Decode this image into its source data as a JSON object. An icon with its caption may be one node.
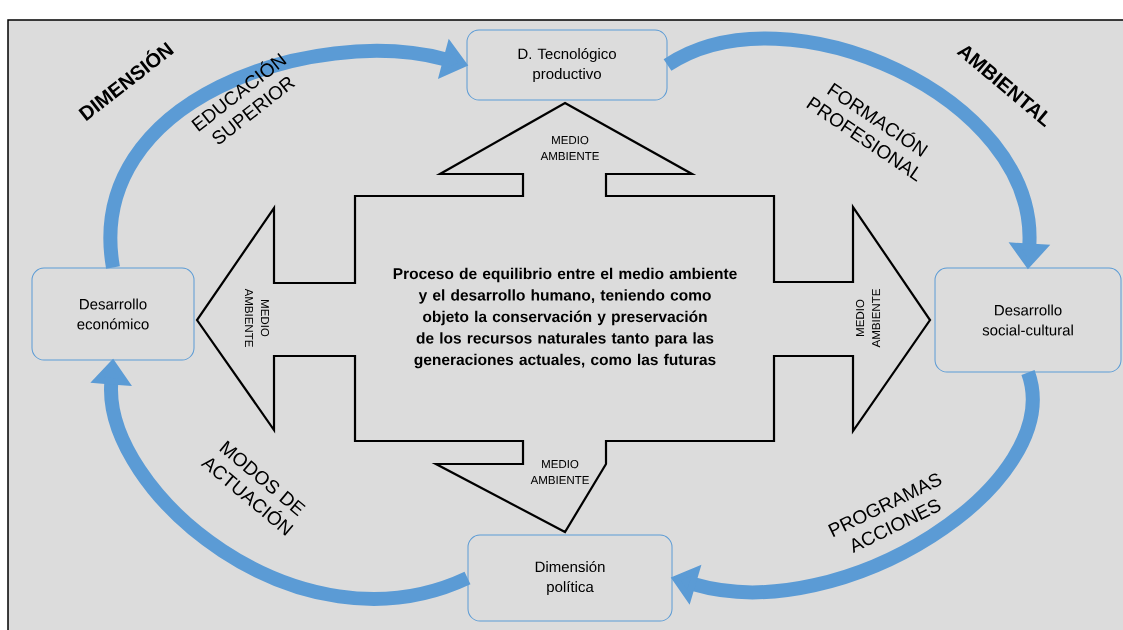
{
  "diagram": {
    "nodes": [
      {
        "text": [
          "D. Tecnológico productivo"
        ]
      },
      {
        "text": [
          "Desarrollo social-cultural"
        ]
      },
      {
        "text": [
          "Dimensión política"
        ]
      },
      {
        "text": [
          "Desarrollo económico"
        ]
      },
      {
        "text": [
          "MEDIO AMBIENTE",
          "MEDIO AMBIENTE",
          "Proceso de equilibrio entre el medio ambiente y el desarrollo humano, teniendo como objeto la conservación y preservación de los recursos naturales tanto para las generaciones actuales, como las futuras",
          "MEDIO AMBIENTE",
          "MEDIO AMBIENTE"
        ]
      }
    ],
    "edges": [
      {
        "from": 3,
        "to": 0,
        "arrow": "to",
        "label": "EDUCACIÓN SUPERIOR"
      },
      {
        "from": 0,
        "to": 1,
        "arrow": "to",
        "label": "FORMACIÓN PROFESIONAL"
      },
      {
        "from": 1,
        "to": 2,
        "arrow": "to",
        "label": "PROGRAMAS ACCIONES"
      },
      {
        "from": 2,
        "to": 3,
        "arrow": "to",
        "label": "MODOS DE ACTUACIÓN"
      }
    ],
    "labels": [
      "DIMENSIÓN",
      "AMBIENTAL"
    ]
  }
}
